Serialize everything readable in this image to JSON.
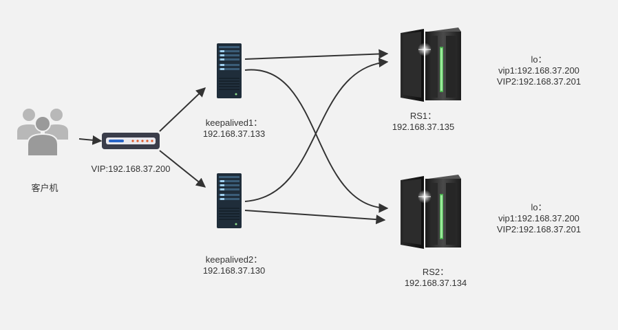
{
  "client": {
    "label": "客户机",
    "icon": "users-icon"
  },
  "router": {
    "label": "VIP:192.168.37.200",
    "icon": "router-icon"
  },
  "keepalived1": {
    "name": "keepalived1：",
    "ip": "192.168.37.133",
    "icon": "rack-server-icon"
  },
  "keepalived2": {
    "name": "keepalived2：",
    "ip": "192.168.37.130",
    "icon": "rack-server-icon"
  },
  "rs1": {
    "name": "RS1：",
    "ip": "192.168.37.135",
    "icon": "tower-server-icon",
    "lo": {
      "title": "lo：",
      "vip1": "vip1:192.168.37.200",
      "vip2": "VIP2:192.168.37.201"
    }
  },
  "rs2": {
    "name": "RS2：",
    "ip": "192.168.37.134",
    "icon": "tower-server-icon",
    "lo": {
      "title": "lo：",
      "vip1": "vip1:192.168.37.200",
      "vip2": "VIP2:192.168.37.201"
    }
  },
  "colors": {
    "background": "#f2f2f2",
    "arrow": "#333333",
    "text": "#333333"
  }
}
